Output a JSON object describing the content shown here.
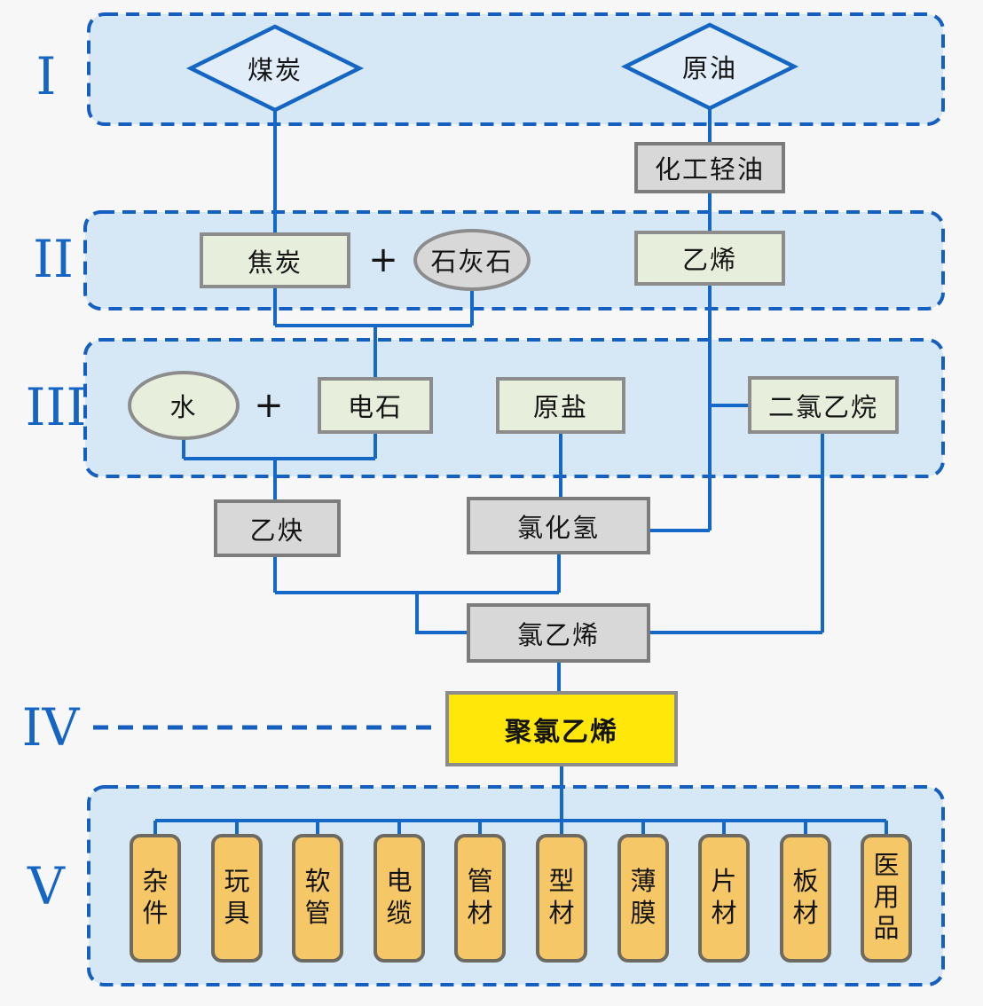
{
  "stages": [
    {
      "numeral": "I"
    },
    {
      "numeral": "II"
    },
    {
      "numeral": "III"
    },
    {
      "numeral": "IV"
    },
    {
      "numeral": "V"
    }
  ],
  "operators": {
    "plus_row2": "+",
    "plus_row3": "+"
  },
  "nodes": {
    "coal": {
      "label": "煤炭",
      "shape": "diamond"
    },
    "crude_oil": {
      "label": "原油",
      "shape": "diamond"
    },
    "chemical_light_oil": {
      "label": "化工轻油",
      "shape": "gray-box"
    },
    "coke": {
      "label": "焦炭",
      "shape": "green-box"
    },
    "limestone": {
      "label": "石灰石",
      "shape": "gray-ellipse"
    },
    "ethylene": {
      "label": "乙烯",
      "shape": "green-box"
    },
    "water": {
      "label": "水",
      "shape": "green-ellipse"
    },
    "calcium_carbide": {
      "label": "电石",
      "shape": "green-box"
    },
    "raw_salt": {
      "label": "原盐",
      "shape": "green-box"
    },
    "dichloroethane": {
      "label": "二氯乙烷",
      "shape": "green-box"
    },
    "acetylene": {
      "label": "乙炔",
      "shape": "gray-box"
    },
    "hydrogen_chloride": {
      "label": "氯化氢",
      "shape": "gray-box"
    },
    "vinyl_chloride": {
      "label": "氯乙烯",
      "shape": "gray-box"
    },
    "pvc": {
      "label": "聚氯乙烯",
      "shape": "yellow-box"
    }
  },
  "products": {
    "items": [
      "杂件",
      "玩具",
      "软管",
      "电缆",
      "管材",
      "型材",
      "薄膜",
      "片材",
      "板材",
      "医用品"
    ]
  },
  "colors": {
    "background": "#f7f7f8",
    "band_fill": "#d6e7f6",
    "band_border": "#155fc0",
    "connector": "#1567c8",
    "green_fill": "#e7eedb",
    "gray_fill": "#d8d8d8",
    "node_border": "#8c8c8c",
    "yellow_fill": "#ffe70a",
    "orange_fill": "#f6c766",
    "orange_border": "#6d6a62",
    "numeral_blue": "#1565c4",
    "text": "#141414"
  }
}
